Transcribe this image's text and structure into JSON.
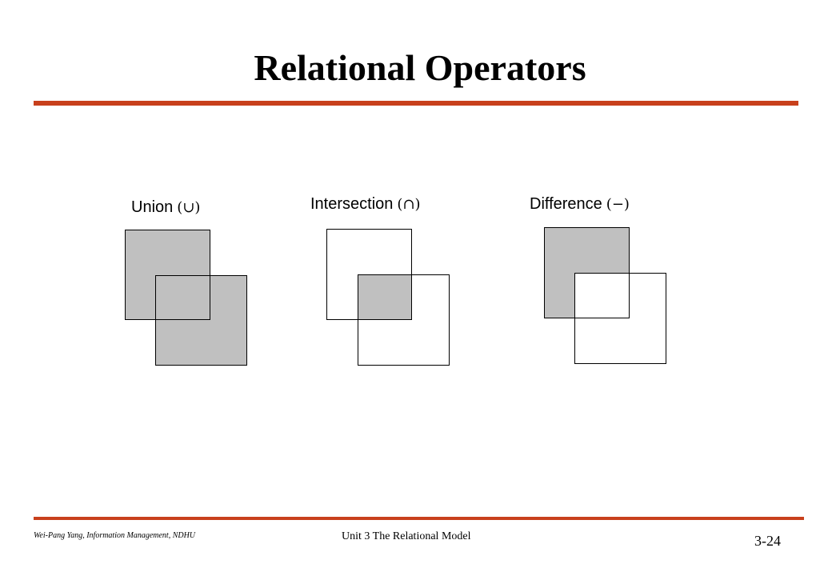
{
  "slide": {
    "title": "Relational Operators"
  },
  "operators": [
    {
      "name": "Union",
      "symbol": "(∪)"
    },
    {
      "name": "Intersection",
      "symbol": "(∩)"
    },
    {
      "name": "Difference",
      "symbol": "(−)"
    }
  ],
  "footer": {
    "author": "Wei-Pang Yang, Information Management, NDHU",
    "unit": "Unit 3  The Relational Model",
    "page": "3-24"
  },
  "colors": {
    "accent_rule": "#c8401c",
    "shaded_fill": "#c0c0c0",
    "border": "#000000"
  }
}
